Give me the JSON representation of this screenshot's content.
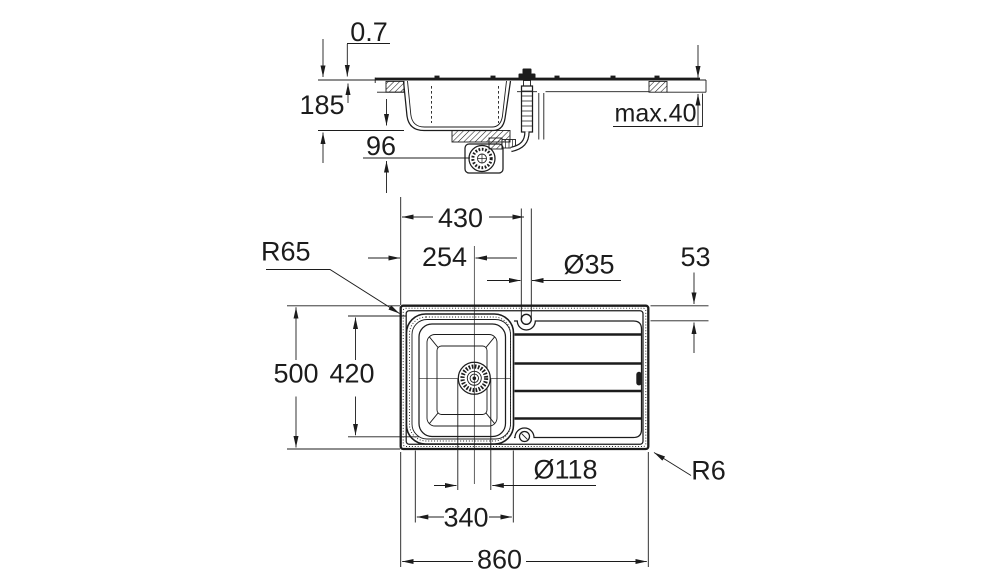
{
  "section": {
    "thickness": "0.7",
    "depth": "185",
    "drain_offset": "96",
    "counter_max": "max.40"
  },
  "plan": {
    "tap_from_left": "430",
    "drain_from_left": "254",
    "tap_hole": "Ø35",
    "drainer_edge": "53",
    "bowl_radius": "R65",
    "overall_depth": "500",
    "bowl_depth": "420",
    "drain_hole": "Ø118",
    "corner_radius": "R6",
    "bowl_width": "340",
    "overall_width": "860"
  }
}
